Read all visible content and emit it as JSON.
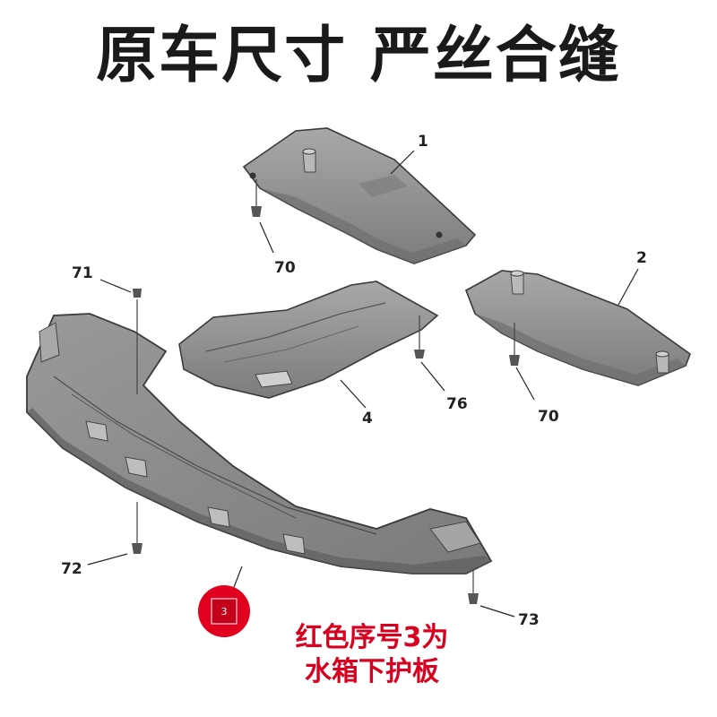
{
  "header": {
    "title": "原车尺寸 严丝合缝"
  },
  "callouts": {
    "part_1": "1",
    "part_2": "2",
    "part_4": "4",
    "screw_70_top": "70",
    "screw_70_right": "70",
    "screw_71": "71",
    "screw_72": "72",
    "screw_73": "73",
    "screw_76": "76"
  },
  "highlight": {
    "badge_label": "3",
    "badge_color": "#d8001e",
    "caption_line1": "红色序号3为",
    "caption_line2": "水箱下护板"
  },
  "colors": {
    "plate_fill": "#8e8e8e",
    "plate_dark": "#6e6e6e",
    "plate_light": "#b4b4b4",
    "outline": "#3a3a3a",
    "accent_red": "#d8001e"
  }
}
